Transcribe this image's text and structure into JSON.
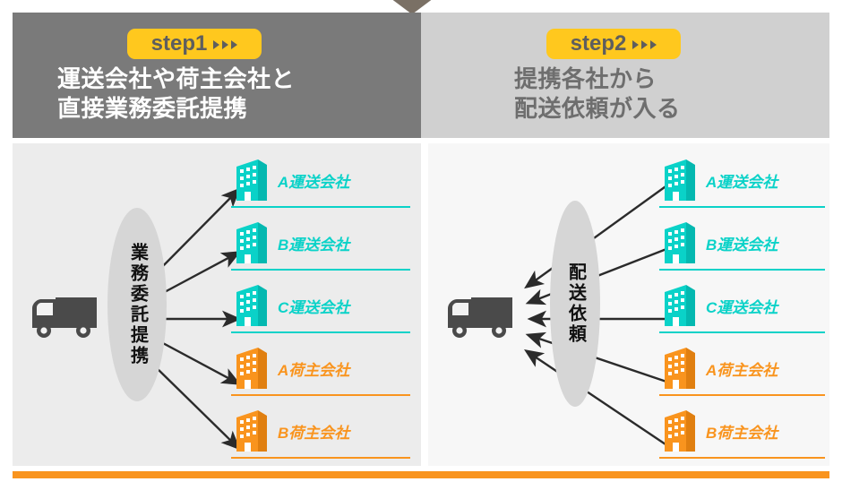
{
  "steps": [
    {
      "badge_label": "step1",
      "title": "運送会社や荷主会社と\n直接業務委託提携",
      "hub_label": "業務委託提携",
      "direction": "outbound",
      "companies": [
        {
          "label": "A運送会社",
          "kind": "carrier"
        },
        {
          "label": "B運送会社",
          "kind": "carrier"
        },
        {
          "label": "C運送会社",
          "kind": "carrier"
        },
        {
          "label": "A荷主会社",
          "kind": "shipper"
        },
        {
          "label": "B荷主会社",
          "kind": "shipper"
        }
      ]
    },
    {
      "badge_label": "step2",
      "title": "提携各社から\n配送依頼が入る",
      "hub_label": "配送依頼",
      "direction": "inbound",
      "companies": [
        {
          "label": "A運送会社",
          "kind": "carrier"
        },
        {
          "label": "B運送会社",
          "kind": "carrier"
        },
        {
          "label": "C運送会社",
          "kind": "carrier"
        },
        {
          "label": "A荷主会社",
          "kind": "shipper"
        },
        {
          "label": "B荷主会社",
          "kind": "shipper"
        }
      ]
    }
  ],
  "colors": {
    "badge": "#FFC81E",
    "badge_text": "#5E5E5E",
    "header_left_bg": "#7A7A7A",
    "header_right_bg": "#D0D0D0",
    "header_left_text": "#FFFFFF",
    "header_right_text": "#6E6E6E",
    "panel_left_bg": "#ECECEC",
    "panel_right_bg": "#F7F7F7",
    "carrier": "#0AD2C8",
    "shipper": "#F9941E",
    "truck": "#4A4A4A",
    "hub": "#D6D6D6",
    "arrow": "#2B2B2B",
    "bottom_bar": "#F9941E",
    "notch": "#7A7065"
  },
  "icons": {
    "truck": "truck-icon",
    "building": "building-icon",
    "badge_arrows": "triple-chevron-icon",
    "notch": "down-triangle-icon"
  }
}
